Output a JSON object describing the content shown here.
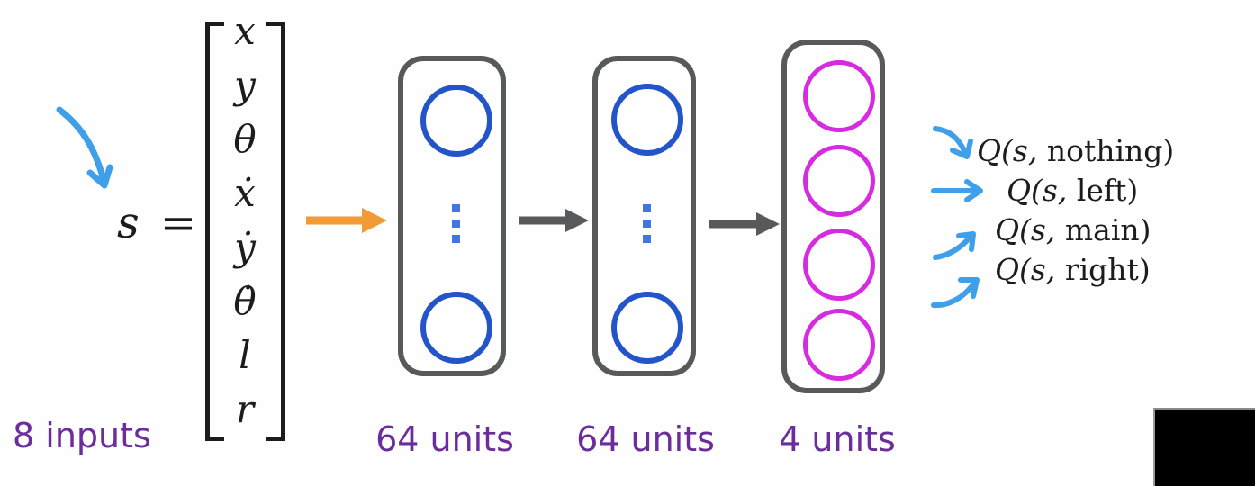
{
  "input": {
    "symbol": "s =",
    "vector": [
      "x",
      "y",
      "θ",
      "ẋ",
      "ẏ",
      "θ̇",
      "l",
      "r"
    ],
    "caption": "8 inputs"
  },
  "layers": [
    {
      "caption": "64 units"
    },
    {
      "caption": "64 units"
    },
    {
      "caption": "4 units"
    }
  ],
  "outputs": [
    {
      "prefix": "Q(s,",
      "action": " nothing)"
    },
    {
      "prefix": "Q(s,",
      "action": " left)"
    },
    {
      "prefix": "Q(s,",
      "action": " main)"
    },
    {
      "prefix": "Q(s,",
      "action": " right)"
    }
  ],
  "colors": {
    "hidden_node": "#2355c8",
    "output_node": "#d62be0",
    "ellipsis_dot": "#4277e0",
    "input_arrow": "#f19b37",
    "layer_arrow": "#58595b",
    "layer_border": "#58595b",
    "caption_text": "#6b2d9c",
    "annotation_arrow": "#3f9fe8",
    "math_text": "#1c1c1c",
    "video_corner": "#000000"
  },
  "icons": {
    "state_pointer": "curved-arrow-down-right",
    "input_arrow": "arrow-right",
    "layer_arrow": "arrow-right",
    "q_arrows": [
      "curved-arrow-down-right",
      "arrow-right",
      "curved-arrow-up-right",
      "curved-arrow-up-right"
    ]
  }
}
